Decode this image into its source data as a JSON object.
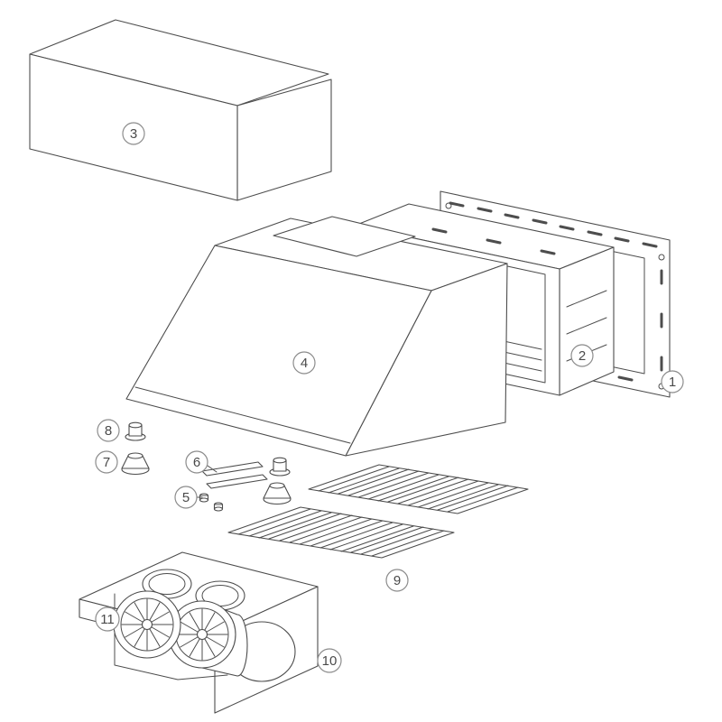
{
  "diagram": {
    "figure_type": "exploded-parts-diagram",
    "background_color": "#ffffff",
    "line_color": "#4d4d4d",
    "callouts": [
      {
        "label": "1",
        "part": "wall-mounting-frame"
      },
      {
        "label": "2",
        "part": "liner-frame"
      },
      {
        "label": "3",
        "part": "duct-cover"
      },
      {
        "label": "4",
        "part": "hood-canopy"
      },
      {
        "label": "5",
        "part": "screws"
      },
      {
        "label": "6",
        "part": "mounting-brackets"
      },
      {
        "label": "7",
        "part": "vent-cone"
      },
      {
        "label": "8",
        "part": "vent-cap"
      },
      {
        "label": "9",
        "part": "baffle-filters"
      },
      {
        "label": "10",
        "part": "blower-housing"
      },
      {
        "label": "11",
        "part": "dual-blower-assembly"
      }
    ]
  }
}
